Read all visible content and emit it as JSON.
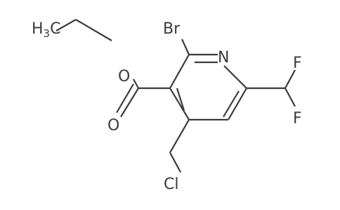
{
  "structure": {
    "atoms": {
      "methyl_h": "H",
      "methyl_sub": "3",
      "methyl_c": "C",
      "ester_o": "O",
      "carbonyl_o": "O",
      "bromine": "Br",
      "nitrogen": "N",
      "fluorine_top": "F",
      "fluorine_bottom": "F",
      "chlorine": "Cl"
    }
  },
  "colors": {
    "bond": "#3b3b3b",
    "label": "#3b3b3b",
    "background": "#ffffff"
  }
}
